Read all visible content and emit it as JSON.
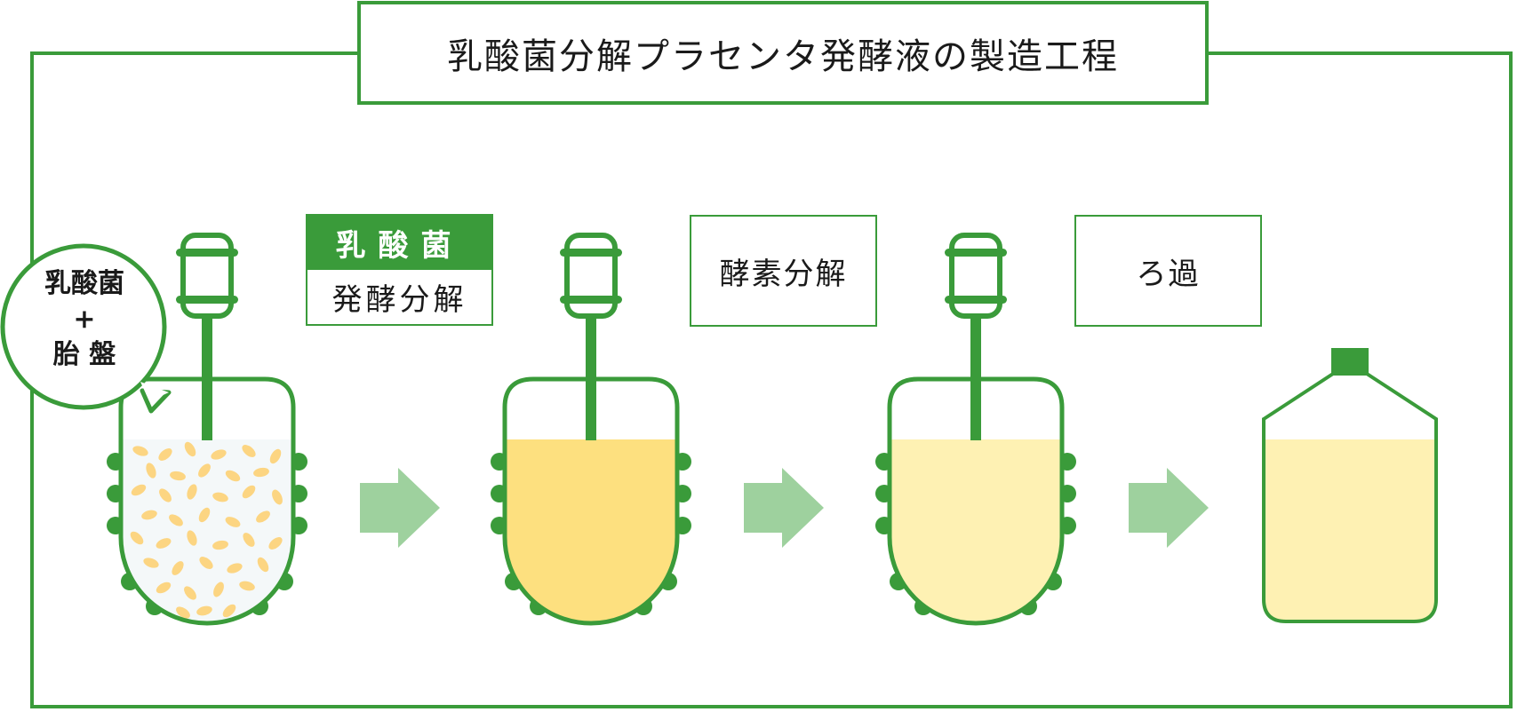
{
  "title": "乳酸菌分解プラセンタ発酵液の製造工程",
  "bubble": {
    "line1": "乳酸菌",
    "line2": "+",
    "line3": "胎 盤"
  },
  "steps": [
    {
      "top": "乳酸菌",
      "bottom": "発酵分解"
    },
    {
      "label": "酵素分解"
    },
    {
      "label": "ろ過"
    }
  ],
  "colors": {
    "green": "#3a9b3a",
    "arrow": "#9ed19e",
    "liquid_dark": "#fde07f",
    "liquid_light": "#fef1b3",
    "bacteria": "#fcd582",
    "tank_bg": "#f4f8f9"
  }
}
